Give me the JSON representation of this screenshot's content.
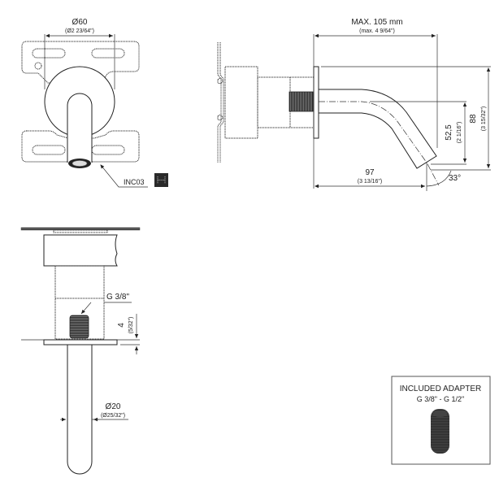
{
  "top_view": {
    "diameter_label": "Ø60",
    "diameter_imperial": "(Ø2 23/64\")",
    "finish_code": "INC03"
  },
  "side_view": {
    "max_length_label": "MAX. 105 mm",
    "max_length_imperial": "(max. 4 9/64\")",
    "height_label": "88",
    "height_imperial": "(3 15/32\")",
    "outlet_height_label": "52,5",
    "outlet_height_imperial": "(2 1/16\")",
    "projection_label": "97",
    "projection_imperial": "(3 13/16\")",
    "angle_label": "33°"
  },
  "front_section": {
    "thread_label": "G 3/8\"",
    "offset_label": "4",
    "offset_imperial": "(5/32\")",
    "spout_diameter_label": "Ø20",
    "spout_diameter_imperial": "(Ø25/32\")"
  },
  "adapter_box": {
    "title": "INCLUDED ADAPTER",
    "subtitle": "G 3/8\" - G 1/2\""
  }
}
